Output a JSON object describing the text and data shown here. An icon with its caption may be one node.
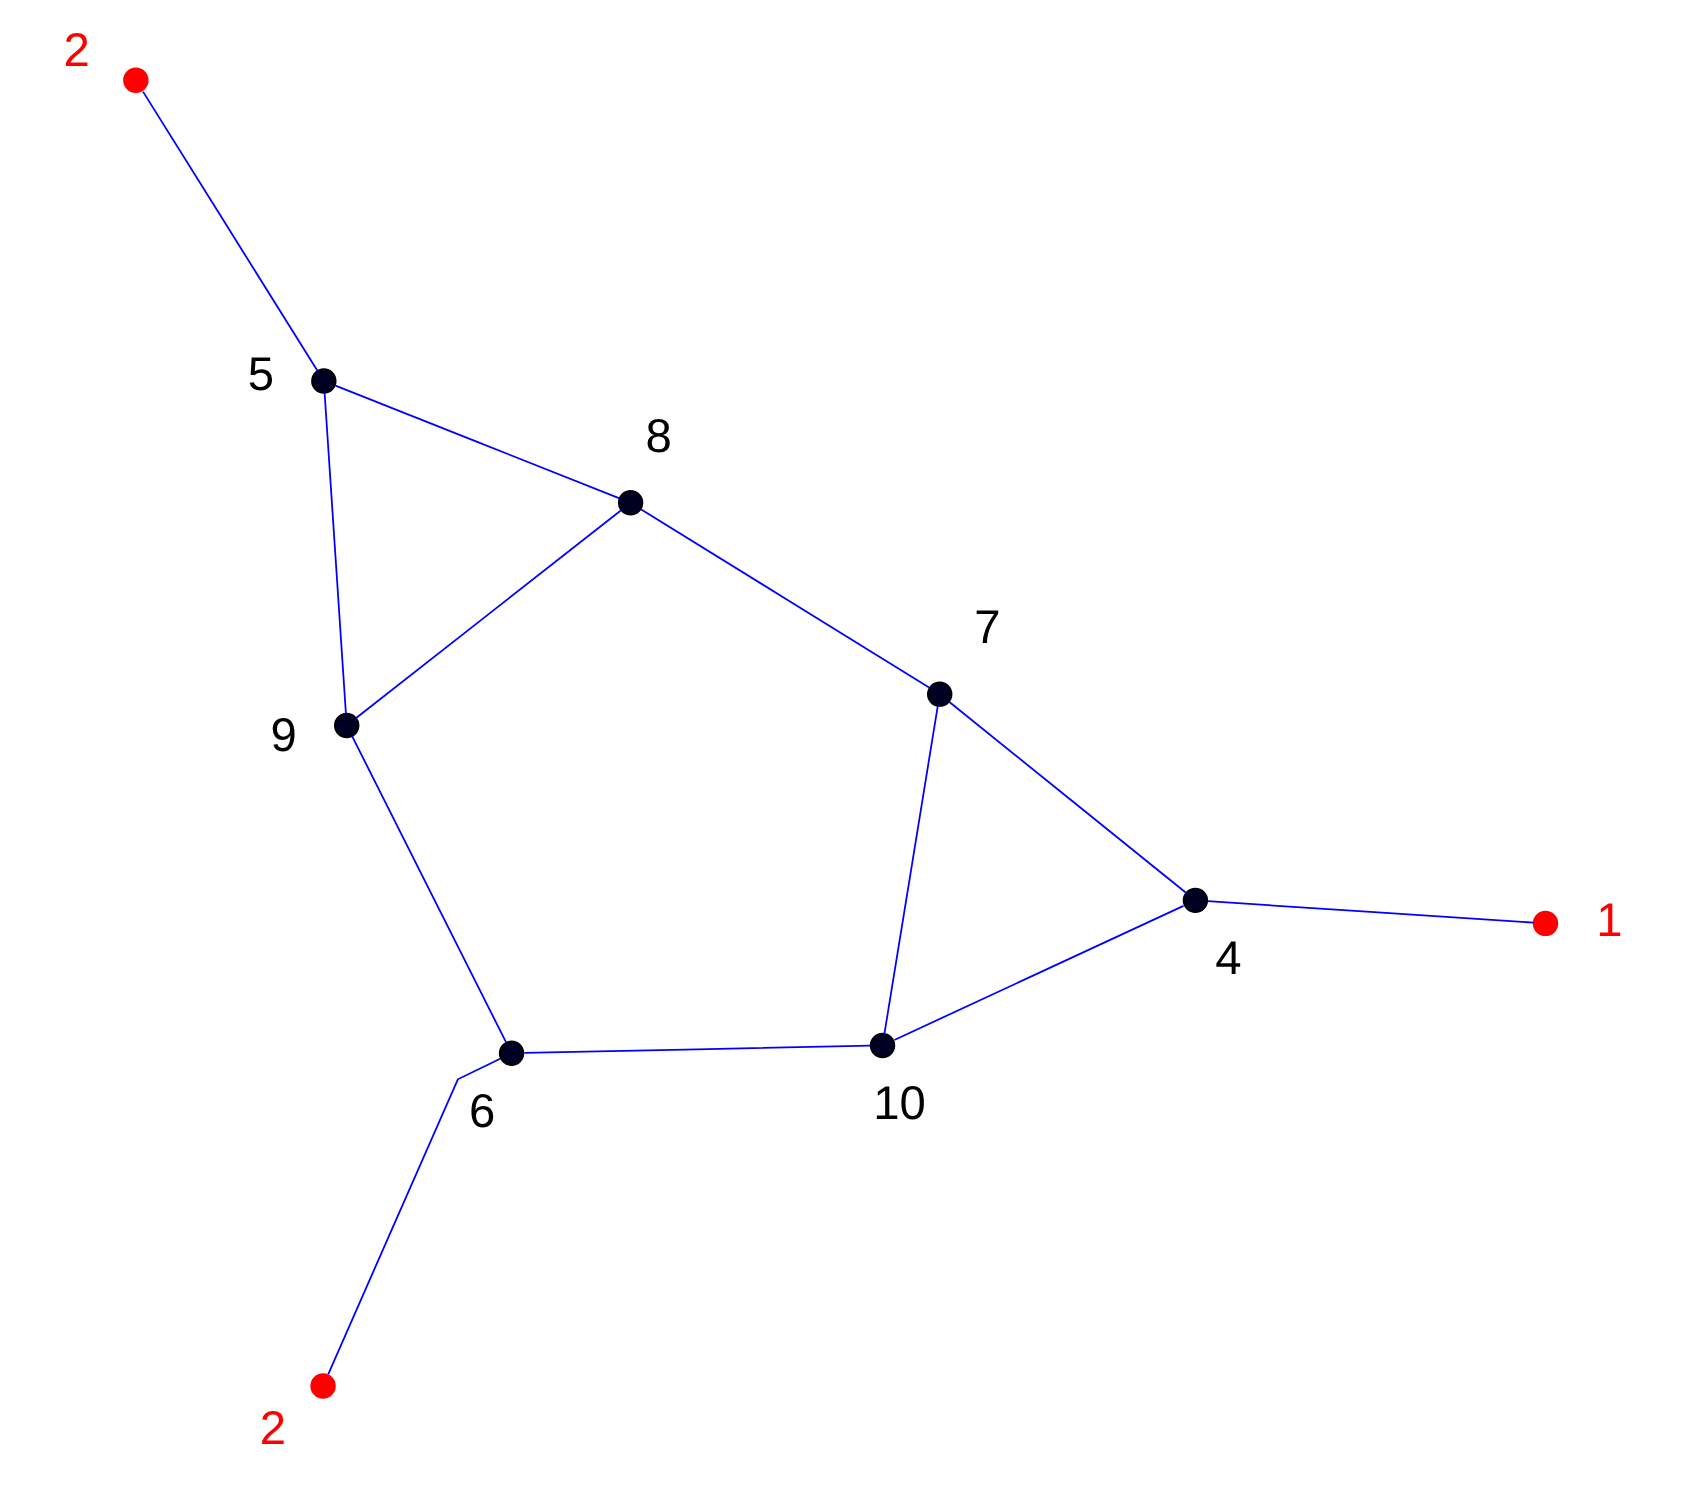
{
  "diagram": {
    "nodes": [
      {
        "text": [],
        "shape": "circle",
        "beside": [
          "2"
        ]
      },
      {
        "text": [],
        "shape": "circle",
        "beside": [
          "5"
        ]
      },
      {
        "text": [],
        "shape": "circle",
        "beside": [
          "8"
        ]
      },
      {
        "text": [],
        "shape": "circle",
        "beside": [
          "9"
        ]
      },
      {
        "text": [],
        "shape": "circle",
        "beside": [
          "7"
        ]
      },
      {
        "text": [],
        "shape": "circle",
        "beside": [
          "4"
        ]
      },
      {
        "text": [],
        "shape": "circle",
        "beside": [
          "1"
        ]
      },
      {
        "text": [],
        "shape": "circle",
        "beside": [
          "10"
        ]
      },
      {
        "text": [],
        "shape": "circle",
        "beside": [
          "6"
        ]
      },
      {
        "text": [],
        "shape": "circle",
        "beside": [
          "2"
        ]
      }
    ],
    "edges": [
      {
        "from": 0,
        "to": 1,
        "arrow": "none"
      },
      {
        "from": 1,
        "to": 2,
        "arrow": "none"
      },
      {
        "from": 1,
        "to": 3,
        "arrow": "none"
      },
      {
        "from": 3,
        "to": 2,
        "arrow": "none"
      },
      {
        "from": 2,
        "to": 4,
        "arrow": "none"
      },
      {
        "from": 4,
        "to": 5,
        "arrow": "none"
      },
      {
        "from": 5,
        "to": 6,
        "arrow": "none"
      },
      {
        "from": 4,
        "to": 7,
        "arrow": "none"
      },
      {
        "from": 7,
        "to": 5,
        "arrow": "none"
      },
      {
        "from": 7,
        "to": 8,
        "arrow": "none"
      },
      {
        "from": 3,
        "to": 8,
        "arrow": "none"
      },
      {
        "from": 8,
        "to": 9,
        "arrow": "none"
      }
    ]
  }
}
